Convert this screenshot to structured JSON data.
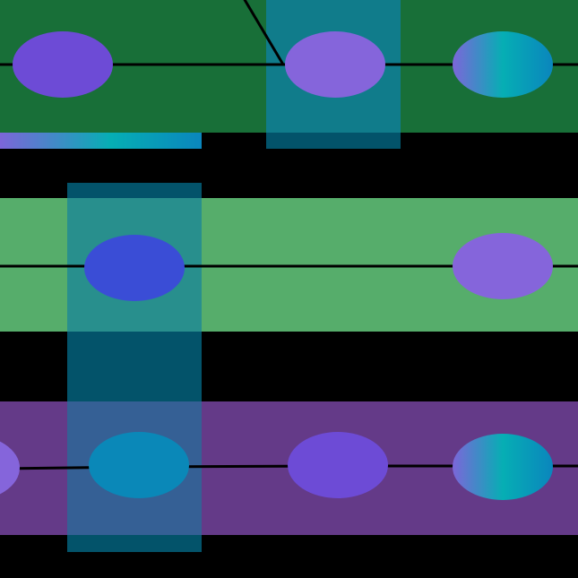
{
  "colors": {
    "background": "#000000",
    "lane_top": "#186f38",
    "lane_middle": "#56ad6b",
    "lane_bottom": "#643a88",
    "column_overlay": "#0f7fa0",
    "column_dark": "#03536a",
    "node_violet": "#6d4bd6",
    "node_lilac": "#8565db",
    "node_royal_blue": "#3a4dd6",
    "node_ocean_blue": "#0a88b8",
    "gradient_start": "#7c66d9",
    "gradient_mid": "#06aeb4",
    "gradient_end": "#0a86bd",
    "edge": "#000000"
  },
  "lanes": [
    {
      "name": "lane-top",
      "color_key": "lane_top"
    },
    {
      "name": "lane-middle",
      "color_key": "lane_middle"
    },
    {
      "name": "lane-bottom",
      "color_key": "lane_bottom"
    }
  ],
  "nodes": [
    {
      "name": "node-top-1",
      "fill": "violet"
    },
    {
      "name": "node-top-2",
      "fill": "lilac"
    },
    {
      "name": "node-top-3",
      "fill": "teal-gradient"
    },
    {
      "name": "node-middle-1",
      "fill": "royal-blue"
    },
    {
      "name": "node-middle-2",
      "fill": "lilac"
    },
    {
      "name": "node-bottom-1",
      "fill": "lilac"
    },
    {
      "name": "node-bottom-2",
      "fill": "ocean-blue"
    },
    {
      "name": "node-bottom-3",
      "fill": "violet"
    },
    {
      "name": "node-bottom-4",
      "fill": "teal-gradient"
    }
  ]
}
